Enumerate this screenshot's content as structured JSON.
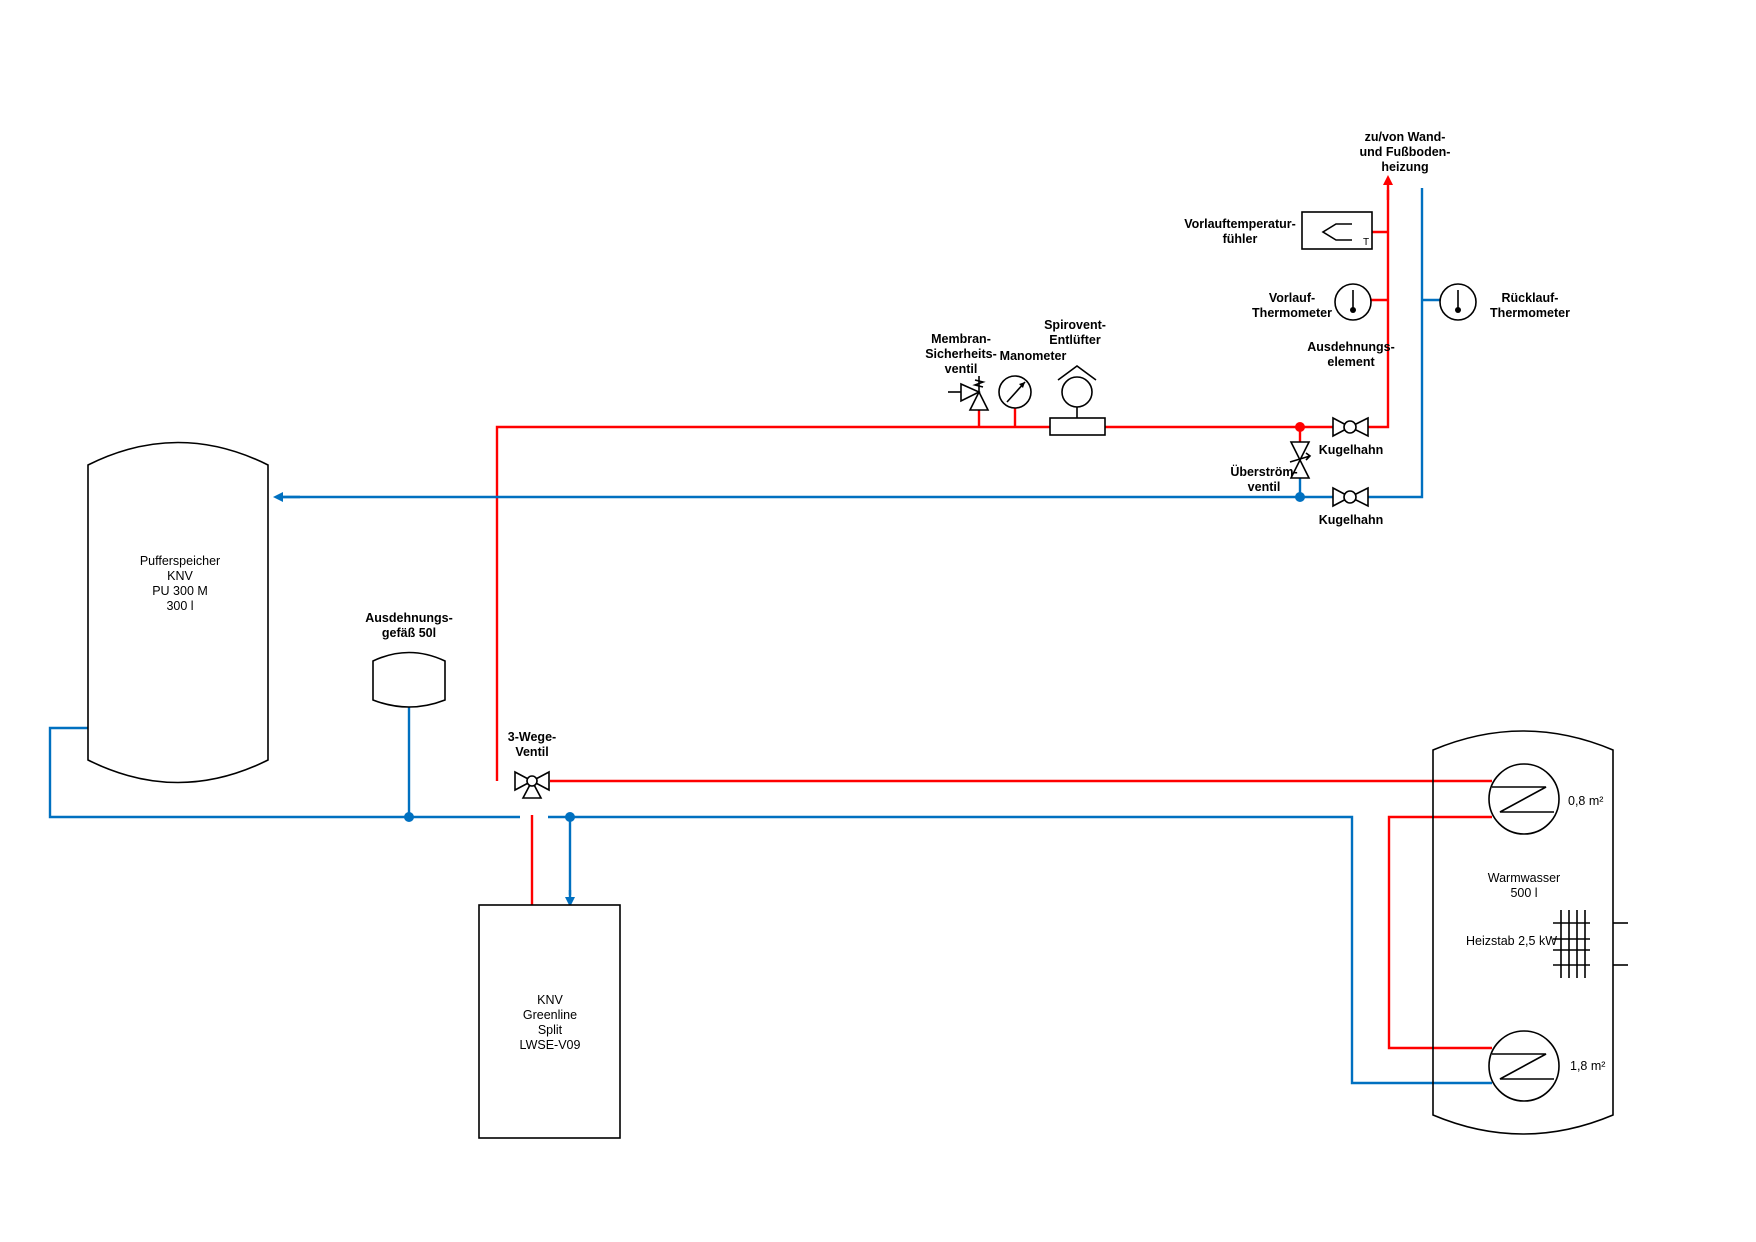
{
  "colors": {
    "supply": "#ff0000",
    "return": "#0070c0",
    "outline": "#000000"
  },
  "components": {
    "buffer_tank": {
      "lines": [
        "Pufferspeicher",
        "KNV",
        "PU 300 M",
        "300 l"
      ]
    },
    "expansion_vessel": {
      "lines": [
        "Ausdehnungs-",
        "gefäß 50l"
      ]
    },
    "three_way_valve": {
      "lines": [
        "3-Wege-",
        "Ventil"
      ]
    },
    "heat_pump": {
      "lines": [
        "KNV",
        "Greenline",
        "Split",
        "LWSE-V09"
      ]
    },
    "dhw_tank": {
      "lines": [
        "Warmwasser",
        "500 l"
      ],
      "upper_coil": "0,8 m²",
      "lower_coil": "1,8 m²",
      "heater": "Heizstab 2,5 kW"
    },
    "safety_valve": {
      "lines": [
        "Membran-",
        "Sicherheits-",
        "ventil"
      ]
    },
    "manometer": {
      "label": "Manometer"
    },
    "air_vent": {
      "lines": [
        "Spirovent-",
        "Entlüfter"
      ]
    },
    "flow_sensor": {
      "lines": [
        "Vorlauftemperatur-",
        "fühler"
      ],
      "marker": "T"
    },
    "flow_thermometer": {
      "lines": [
        "Vorlauf-",
        "Thermometer"
      ]
    },
    "return_thermometer": {
      "lines": [
        "Rücklauf-",
        "Thermometer"
      ]
    },
    "expansion_element": {
      "lines": [
        "Ausdehnungs-",
        "element"
      ]
    },
    "ball_valve_supply": {
      "label": "Kugelhahn"
    },
    "ball_valve_return": {
      "label": "Kugelhahn"
    },
    "overflow_valve": {
      "lines": [
        "Überström-",
        "ventil"
      ]
    },
    "heating_circuit": {
      "lines": [
        "zu/von Wand-",
        "und Fußboden-",
        "heizung"
      ]
    }
  }
}
